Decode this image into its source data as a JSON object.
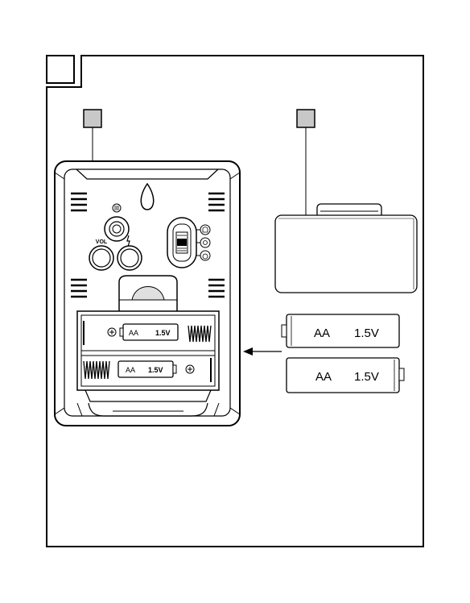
{
  "figure": {
    "step_label": "",
    "callout_left_label": "",
    "callout_right_label": ""
  },
  "device": {
    "vol_label": "VOL",
    "inner_batteries": [
      {
        "type": "AA",
        "voltage": "1.5V"
      },
      {
        "type": "AA",
        "voltage": "1.5V"
      }
    ]
  },
  "loose_batteries": [
    {
      "type": "AA",
      "voltage": "1.5V"
    },
    {
      "type": "AA",
      "voltage": "1.5V"
    }
  ],
  "icons": [
    "menu-icon",
    "light-icon",
    "bell-icon",
    "alarm-clock-icon",
    "sun-icon",
    "hanging-hole-icon"
  ]
}
